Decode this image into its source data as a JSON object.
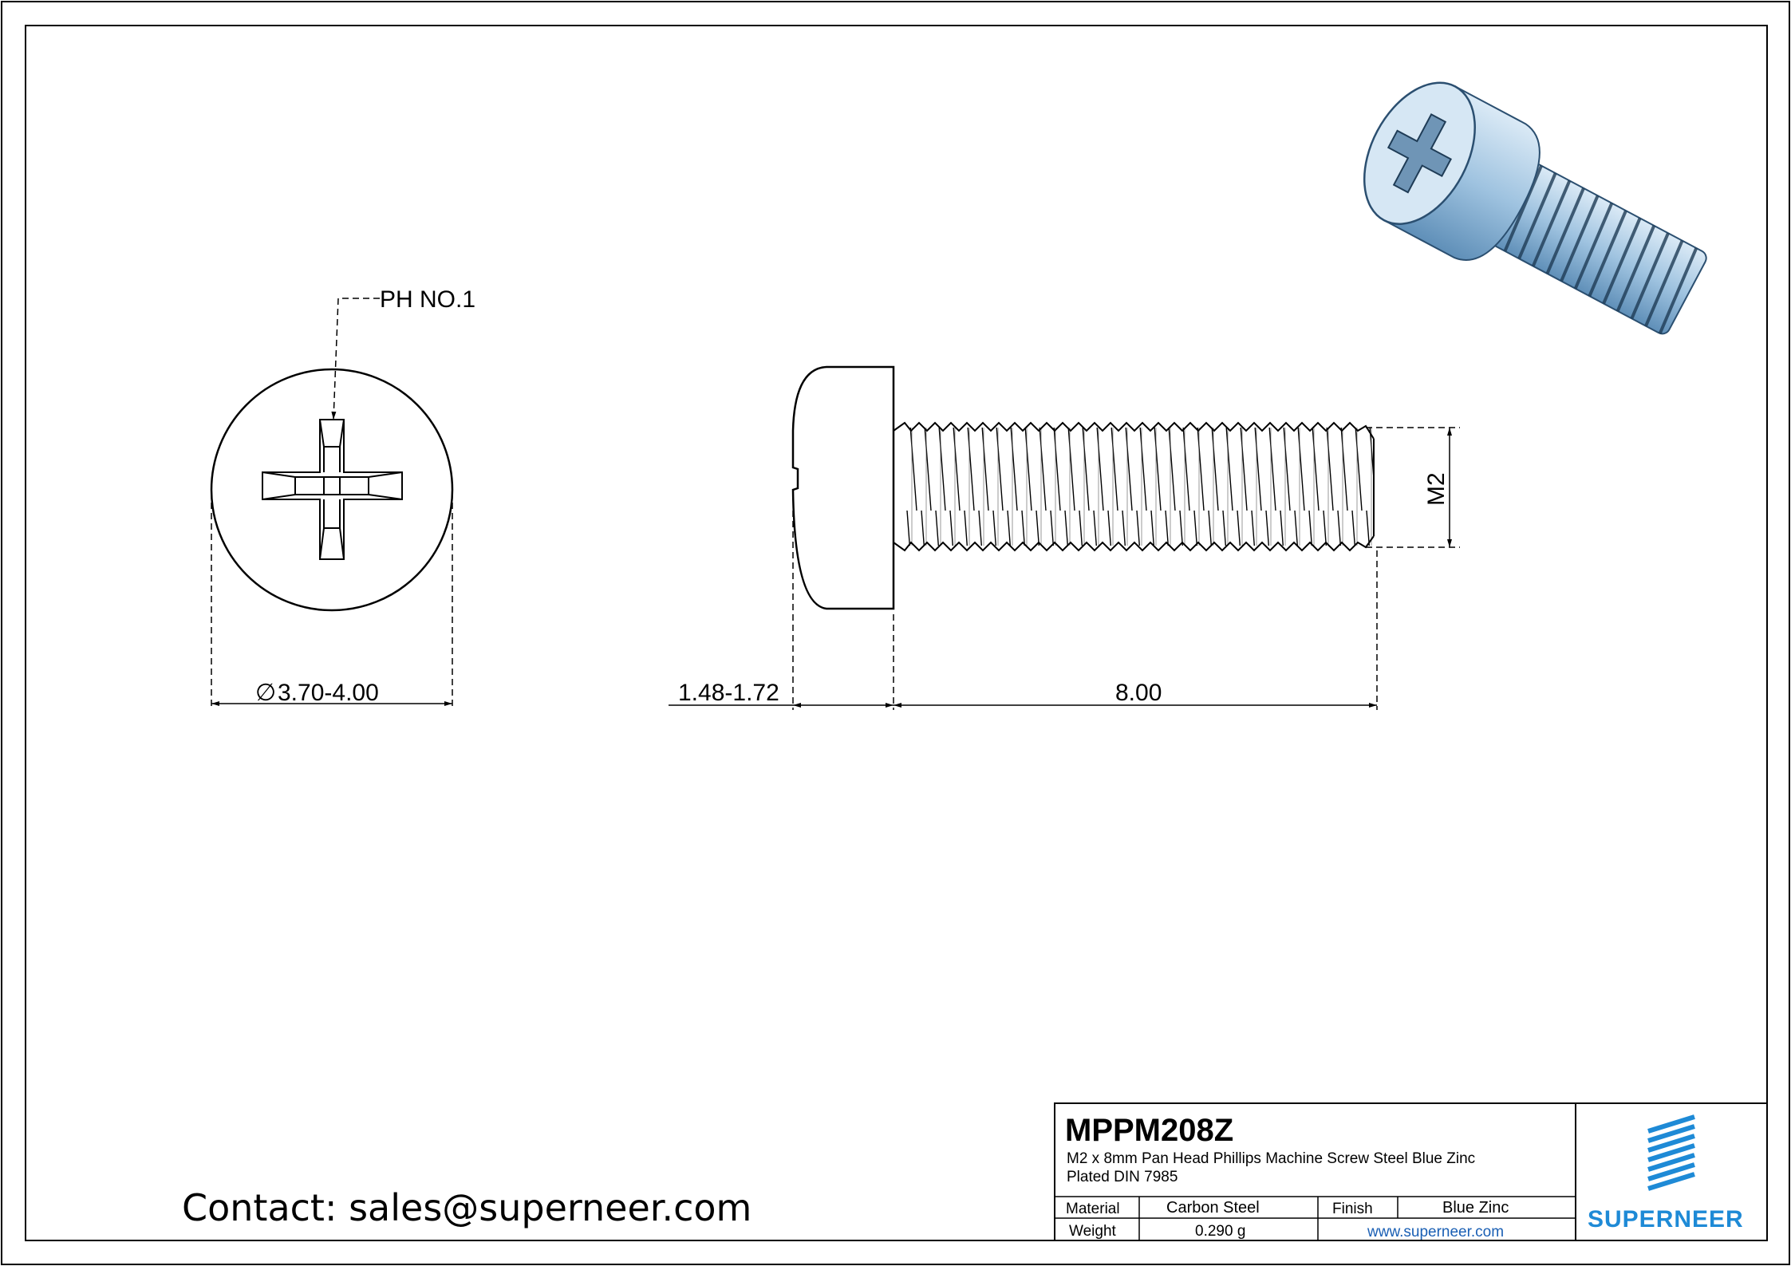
{
  "drawing": {
    "thread_callout": "PH NO.1",
    "head_diameter": "3.70-4.00",
    "diameter_symbol": "∅",
    "head_height": "1.48-1.72",
    "length": "8.00",
    "thread_size": "M2"
  },
  "title_block": {
    "part_number": "MPPM208Z",
    "description_line1": "M2 x 8mm Pan Head Phillips Machine Screw Steel Blue Zinc",
    "description_line2": "Plated DIN 7985",
    "material_label": "Material",
    "material_value": "Carbon Steel",
    "finish_label": "Finish",
    "finish_value": "Blue Zinc",
    "weight_label": "Weight",
    "weight_value": "0.290 g",
    "website": "www.superneer.com",
    "logo_text": "SUPERNEER"
  },
  "contact": "Contact: sales@superneer.com",
  "colors": {
    "logo_blue": "#1e8ad6",
    "screw_blue": "#a9c9e3",
    "line": "#000000"
  }
}
